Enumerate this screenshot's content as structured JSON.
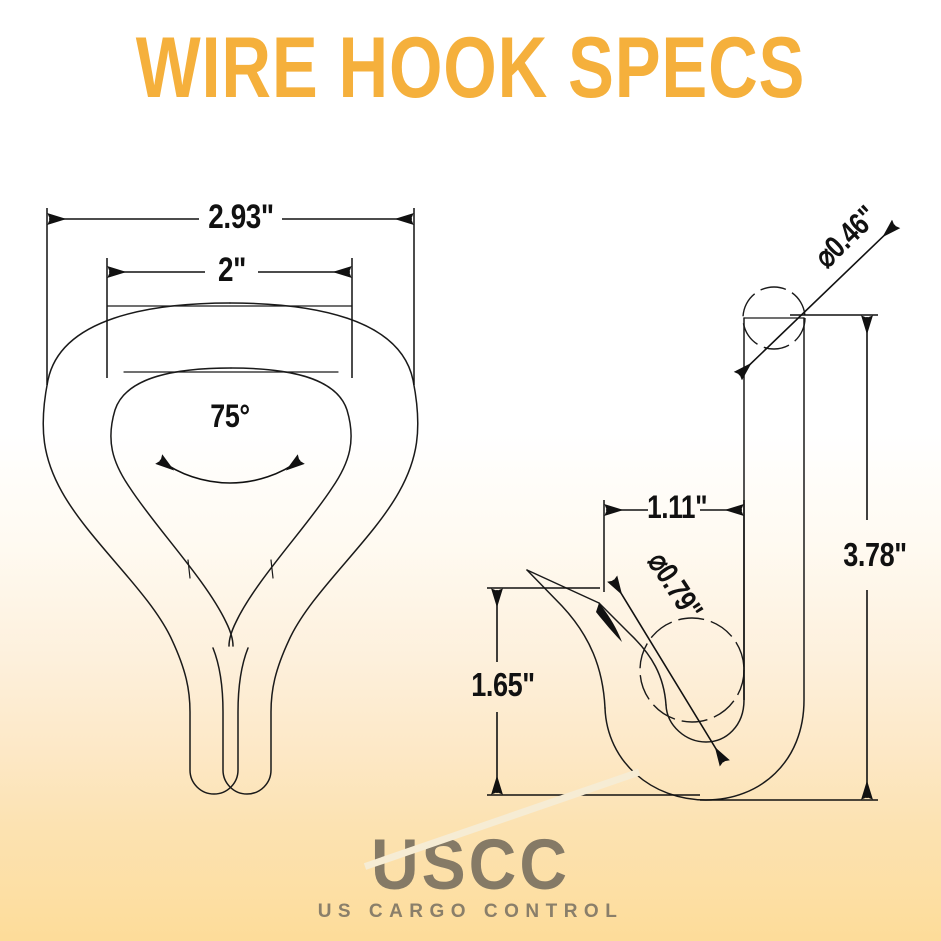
{
  "page": {
    "title": "WIRE HOOK SPECS",
    "title_color": "#f5b03c",
    "background_top_color": "#ffffff",
    "background_bottom_color": "#fddc99",
    "line_color": "#1a1a1a"
  },
  "left_view": {
    "name": "wire-hook-front-view",
    "dimensions": {
      "overall_width": "2.93\"",
      "inner_width": "2\"",
      "leg_angle": "75°"
    }
  },
  "right_view": {
    "name": "wire-hook-side-view",
    "dimensions": {
      "top_wire_diameter": "⌀0.46\"",
      "throat_diameter": "⌀0.79\"",
      "throat_offset": "1.11\"",
      "overall_height": "3.78\"",
      "hook_opening_height": "1.65\""
    }
  },
  "logo": {
    "mark": "USCC",
    "tagline": "US CARGO CONTROL",
    "color": "#857a66"
  }
}
